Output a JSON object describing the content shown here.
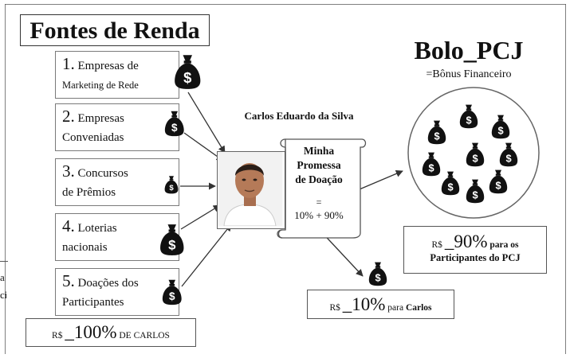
{
  "title": "Fontes de Renda",
  "sources": [
    {
      "number": "1.",
      "line1": " Empresas de",
      "line2": "Marketing de Rede"
    },
    {
      "number": "2.",
      "line1": " Empresas",
      "line2": "Conveniadas"
    },
    {
      "number": "3.",
      "line1": " Concursos",
      "line2": "de Prêmios"
    },
    {
      "number": "4.",
      "line1": " Loterias",
      "line2": "nacionais"
    },
    {
      "number": "5.",
      "line1": " Doações dos",
      "line2": "Participantes"
    }
  ],
  "total": {
    "prefix": "R$ ",
    "value": "_100%",
    "suffix": " DE CARLOS"
  },
  "person_name": "Carlos Eduardo da Silva",
  "promise": {
    "line1": "Minha",
    "line2": "Promessa",
    "line3": "de Doação",
    "eq": "=",
    "formula": "10% + 90%"
  },
  "pool": {
    "title": "Bolo_PCJ",
    "subtitle": "=Bônus Financeiro"
  },
  "participants_share": {
    "prefix": "R$ ",
    "value": "_90%",
    "suffix": " para os",
    "line2": "Participantes do PCJ"
  },
  "carlos_share": {
    "prefix": "R$ ",
    "value": "_10%",
    "suffix1": " para ",
    "suffix2": "Carlos"
  },
  "cutoff_text": {
    "line1": "a",
    "line2": "ci"
  },
  "bag_icon": "money-bag-icon",
  "bag_symbol": "$",
  "colors": {
    "bag": "#111111",
    "arrow": "#333333",
    "border": "#7a7a7a"
  }
}
